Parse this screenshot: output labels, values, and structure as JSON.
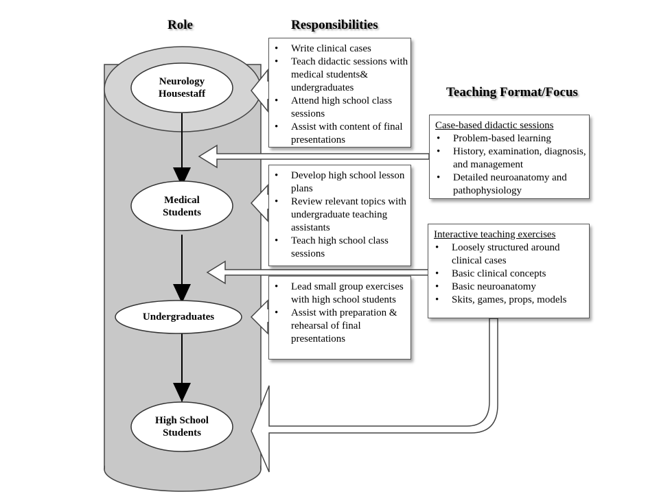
{
  "headers": {
    "role": "Role",
    "responsibilities": "Responsibilities",
    "format": "Teaching Format/Focus"
  },
  "roles": [
    {
      "lines": [
        "Neurology",
        "Housestaff"
      ]
    },
    {
      "lines": [
        "Medical",
        "Students"
      ]
    },
    {
      "lines": [
        "Undergraduates"
      ]
    },
    {
      "lines": [
        "High School",
        "Students"
      ]
    }
  ],
  "responsibilities": [
    {
      "items": [
        "Write clinical cases",
        "Teach didactic sessions with medical students& undergraduates",
        "Attend high school class sessions",
        "Assist with content of final presentations"
      ]
    },
    {
      "items": [
        "Develop high school lesson plans",
        "Review relevant topics with undergraduate teaching assistants",
        "Teach high school class sessions"
      ]
    },
    {
      "items": [
        "Lead small group exercises with high school students",
        "Assist with preparation & rehearsal of final presentations"
      ]
    }
  ],
  "formats": [
    {
      "title": "Case-based didactic sessions",
      "items": [
        "Problem-based learning",
        "History, examination, diagnosis, and management",
        "Detailed neuroanatomy and pathophysiology"
      ]
    },
    {
      "title": "Interactive teaching exercises",
      "items": [
        "Loosely structured around clinical cases",
        "Basic clinical concepts",
        "Basic neuroanatomy",
        "Skits, games, props, models"
      ]
    }
  ],
  "colors": {
    "cylinder": "#c8c8c8",
    "outline": "#444444"
  }
}
